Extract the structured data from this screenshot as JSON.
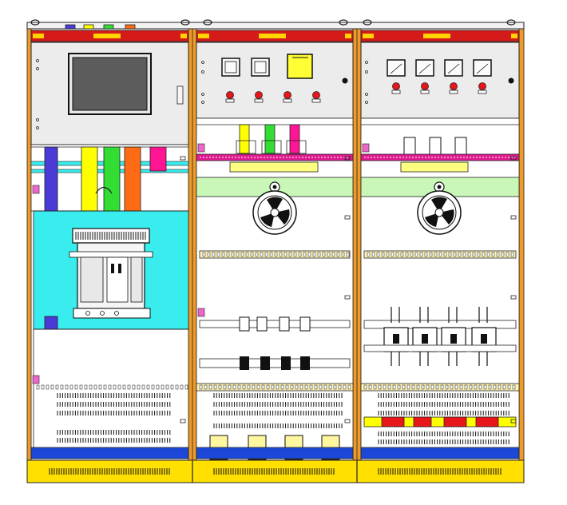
{
  "colors": {
    "frame": "#ee9b2a",
    "header": "#d51a1a",
    "panel": "#ececec",
    "copper_yellow": "#ffff00",
    "busbar_green": "#33dd33",
    "busbar_red": "#ff6a14",
    "busbar_pink": "#ff1493",
    "busbar_purple": "#4b3bd6",
    "cyan": "#39ecee",
    "magenta": "#e01b8f",
    "mount_green": "#c8f7b8",
    "blue_base": "#1c48d8",
    "plinth": "#ffe000"
  },
  "cabinets": [
    {
      "id": "cab-1",
      "role": "incoming-breaker"
    },
    {
      "id": "cab-2",
      "role": "capacitor-metering"
    },
    {
      "id": "cab-3",
      "role": "feeder"
    }
  ]
}
